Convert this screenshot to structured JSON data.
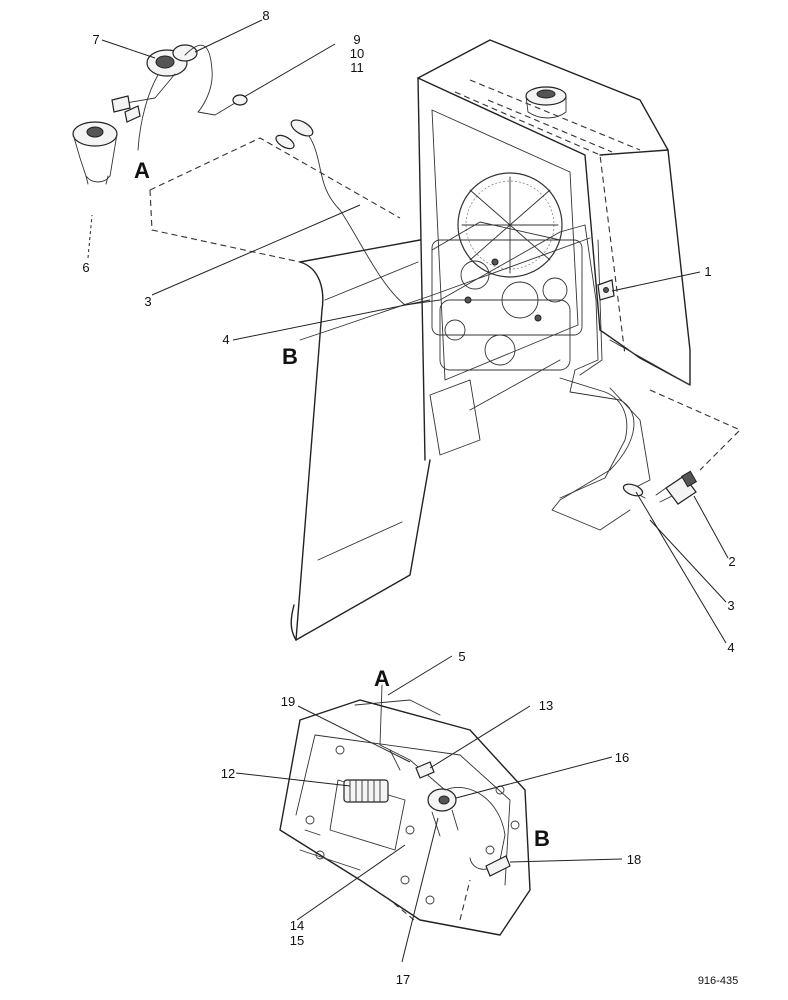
{
  "figure_number": "916-435",
  "reference_letters": {
    "a_top": "A",
    "b_middle": "B",
    "a_panel": "A",
    "b_panel": "B"
  },
  "callouts": {
    "c1": "1",
    "c2": "2",
    "c3_upper": "3",
    "c3_lower": "3",
    "c4_upper": "4",
    "c4_lower": "4",
    "c5": "5",
    "c6": "6",
    "c7": "7",
    "c8": "8",
    "c9": "9",
    "c10": "10",
    "c11": "11",
    "c12": "12",
    "c13": "13",
    "c14": "14",
    "c15": "15",
    "c16": "16",
    "c17": "17",
    "c18": "18",
    "c19": "19"
  }
}
